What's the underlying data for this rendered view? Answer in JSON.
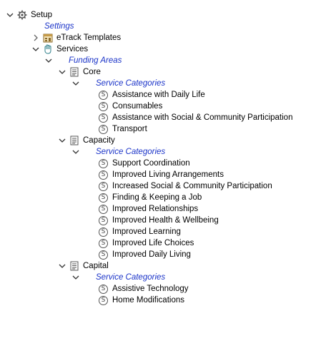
{
  "tree": {
    "setup": "Setup",
    "settings": "Settings",
    "etrack": "eTrack Templates",
    "services": "Services",
    "funding_areas": "Funding Areas",
    "core": "Core",
    "core_categories": "Service Categories",
    "core_items": [
      "Assistance with Daily Life",
      "Consumables",
      "Assistance with Social & Community Participation",
      "Transport"
    ],
    "capacity": "Capacity",
    "capacity_categories": "Service Categories",
    "capacity_items": [
      "Support Coordination",
      "Improved Living Arrangements",
      "Increased Social & Community Participation",
      "Finding & Keeping a Job",
      "Improved Relationships",
      "Improved Health & Wellbeing",
      "Improved Learning",
      "Improved Life Choices",
      "Improved Daily Living"
    ],
    "capital": "Capital",
    "capital_categories": "Service Categories",
    "capital_items": [
      "Assistive Technology",
      "Home Modifications"
    ]
  },
  "icons": {
    "service_glyph": "S",
    "expanded": "chevron-down-icon",
    "collapsed": "chevron-right-icon"
  },
  "colors": {
    "category_text": "#1a33c8"
  }
}
